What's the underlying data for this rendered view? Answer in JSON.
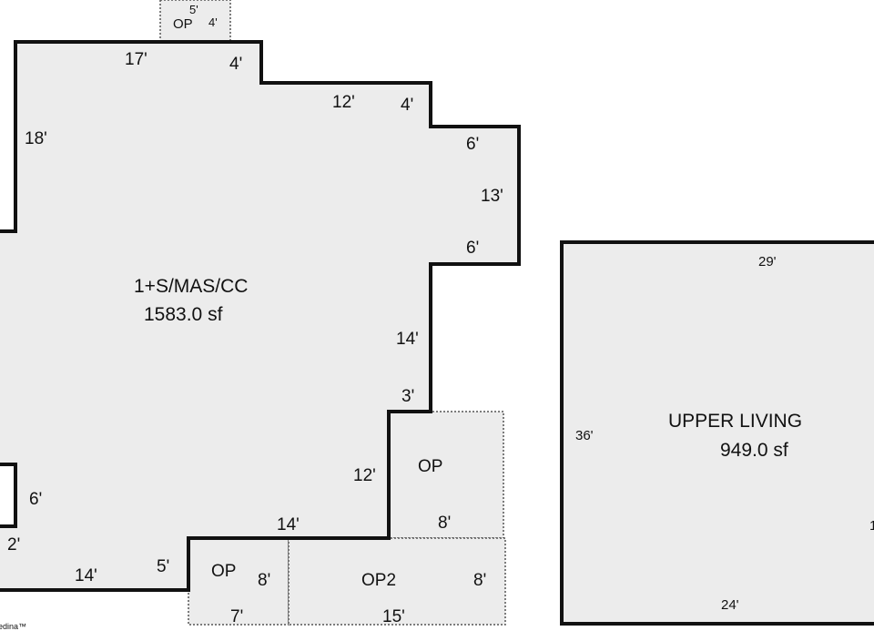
{
  "main_area": {
    "name": "1+S/MAS/CC",
    "area": "1583.0 sf"
  },
  "upper_area": {
    "name": "UPPER LIVING",
    "area": "949.0 sf"
  },
  "porches": {
    "top": {
      "label": "OP",
      "dim_w": "5'",
      "dim_h": "4'"
    },
    "right": {
      "label": "OP",
      "dim_w": "8'"
    },
    "bottom_left": {
      "label": "OP",
      "dim_h": "8'",
      "dim_w": "7'"
    },
    "bottom_right": {
      "label": "OP2",
      "dim_h": "8'",
      "dim_w": "15'"
    }
  },
  "main_dims": {
    "top": "17'",
    "step1": "4'",
    "top2": "12'",
    "step2": "4'",
    "left": "18'",
    "right_top": "6'",
    "right": "13'",
    "right_bottom": "6'",
    "inner_right": "14'",
    "inner_step": "3'",
    "inner_right2": "12'",
    "bottom_mid": "14'",
    "step_bottom": "5'",
    "bottom": "14'",
    "notch_h": "6'",
    "notch_w": "2'"
  },
  "upper_dims": {
    "top": "29'",
    "left": "36'",
    "bottom": "24'",
    "right_partial": "1"
  },
  "footer": {
    "brand": "edina™"
  },
  "colors": {
    "fill": "#ececec",
    "wall": "#111111"
  }
}
